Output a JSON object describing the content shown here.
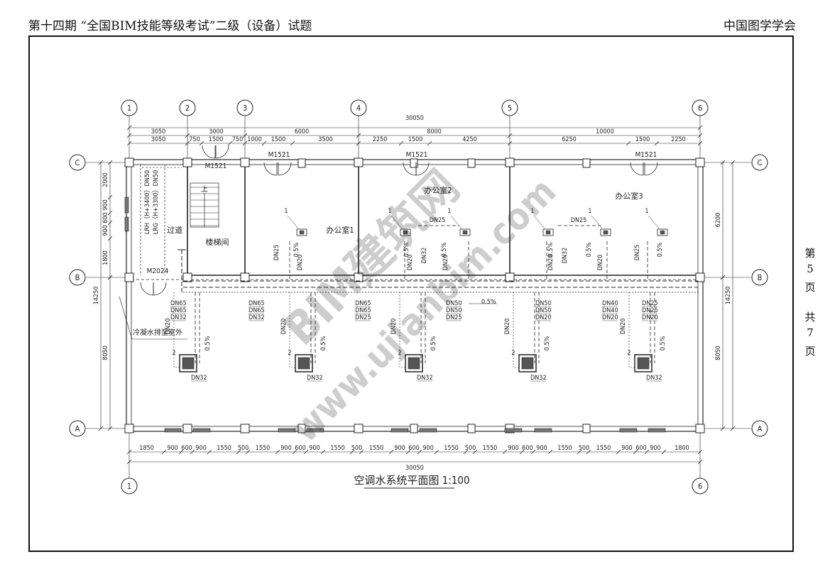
{
  "header": {
    "left": "第十四期 “全国BIM技能等级考试”二级（设备）试题",
    "right": "中国图学学会"
  },
  "side": {
    "ch1": "第",
    "page_no": "5",
    "ch2": "页",
    "ch3": "共",
    "total": "7",
    "ch4": "页"
  },
  "grid": {
    "columns": [
      "1",
      "2",
      "3",
      "4",
      "5",
      "6"
    ],
    "rows": [
      "C",
      "B",
      "A"
    ]
  },
  "dims": {
    "total_top": "30050",
    "bottom_total": "30050",
    "top_row1": [
      "3050",
      "3000",
      "6000",
      "8000",
      "10000"
    ],
    "top_row2": [
      "3050",
      "750",
      "1500",
      "750",
      "1000",
      "1500",
      "3500",
      "2250",
      "1500",
      "4250",
      "6250",
      "1500",
      "2250"
    ],
    "bottom_row": [
      "1850",
      "900",
      "600",
      "900",
      "1550",
      "500",
      "1550",
      "900",
      "600",
      "900",
      "1550",
      "500",
      "1550",
      "900",
      "600",
      "900",
      "1550",
      "500",
      "1550",
      "900",
      "600",
      "900",
      "1550",
      "500",
      "1550",
      "900",
      "600",
      "900",
      "1800"
    ],
    "left_upper": [
      "2000",
      "900",
      "600",
      "900",
      "1800"
    ],
    "left_total": "14250",
    "left_lower": "8050",
    "right_upper": "6200",
    "right_total": "14250",
    "right_lower": "8050"
  },
  "labels": {
    "doors": [
      "M1521",
      "M1521",
      "M1521",
      "M1521",
      "M2024"
    ],
    "rooms": [
      "办公室1",
      "办公室2",
      "办公室3",
      "楼梯间",
      "过道"
    ],
    "stair_up": "上",
    "riser1": "LRH（H+3400）DN50",
    "riser2": "LRG（H+3300）DN50",
    "condensate": "冷凝水排至室外",
    "callout1": "1",
    "callout2": "2",
    "pipe_labels": {
      "dn65": "DN65",
      "dn50": "DN50",
      "dn40": "DN40",
      "dn32": "DN32",
      "dn25": "DN25",
      "dn20": "DN20",
      "slope": "0.5%"
    }
  },
  "title": {
    "text": "空调水系统平面图",
    "scale": "1:100"
  },
  "watermark": {
    "line1": "BIM建筑网",
    "line2": "www.ujianbim.com"
  }
}
